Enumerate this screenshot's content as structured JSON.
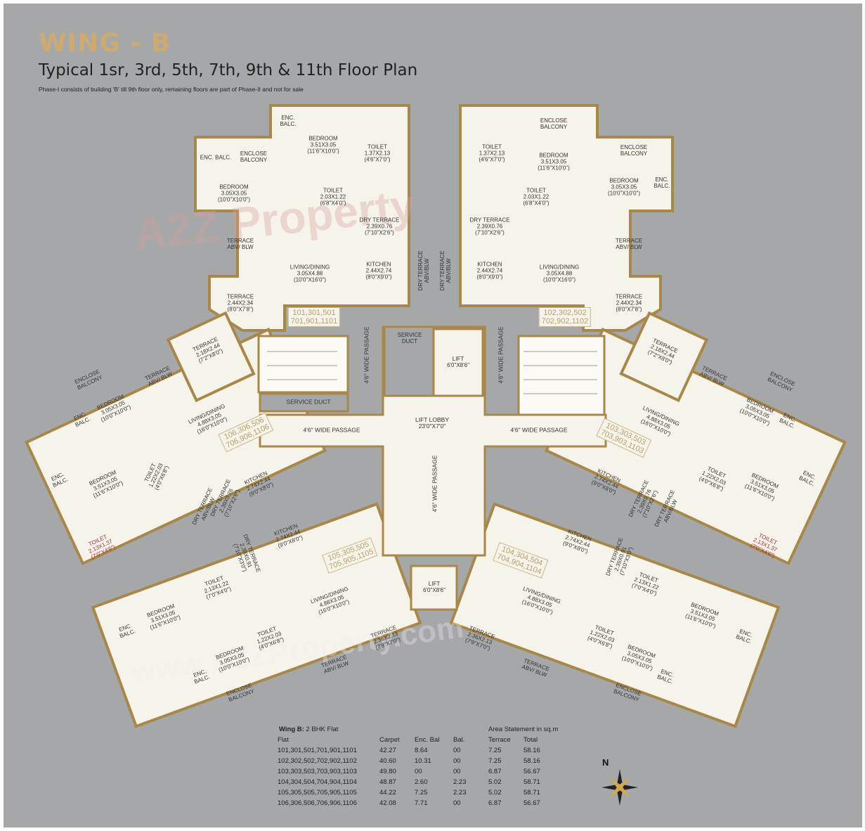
{
  "header": {
    "wing": "WING - B",
    "title": "Typical 1sr, 3rd, 5th, 7th, 9th & 11th Floor Plan",
    "subtitle": "Phase-I consists of building 'B' till 9th floor only, remaining floors are part of Phase-II and not for sale"
  },
  "watermark": {
    "top": "A2Z Property",
    "bottom": "www.A2ZProperty.com"
  },
  "colors": {
    "background": "#a6a7a9",
    "floor": "#f6f3ea",
    "wall": "#a8884a",
    "wing_title": "#dcab5e",
    "flat_number": "#b89f6a",
    "toilet_highlight": "#a2323a"
  },
  "labels": [
    "ENC.\nBALC.",
    "BEDROOM\n3.51X3.05\n(11'6\"X10'0\")",
    "TOILET\n1.37X2.13\n(4'6\"X7'0\")",
    "ENC. BALC.",
    "ENCLOSE\nBALCONY",
    "BEDROOM\n3.05X3.05\n(10'0\"X10'0\")",
    "TOILET\n2.03X1.22\n(6'8\"X4'0\")",
    "DRY TERRACE\n2.39X0.76\n(7'10\"X2'6\")",
    "TERRACE\nABV/ BLW",
    "LIVING/DINING\n3.05X4.88\n(10'0\"X16'0\")",
    "KITCHEN\n2.44X2.74\n(8'0\"X9'0\")",
    "DRY TERRACE\nABV/BLW",
    "TERRACE\n2.44X2.34\n(8'0\"X7'8\")",
    "101,301,501\n701,901,1101",
    "ENCLOSE\nBALCONY",
    "TOILET\n1.37X2.13\n(4'6\"X7'0\")",
    "BEDROOM\n3.51X3.05\n(11'6\"X10'0\")",
    "ENCLOSE\nBALCONY",
    "BEDROOM\n3.05X3.05\n(10'0\"X10'0\")",
    "ENC.\nBALC.",
    "TOILET\n2.03X1.22\n(6'8\"X4'0\")",
    "DRY TERRACE\n2.39X0.76\n(7'10\"X2'6\")",
    "DRY TERRACE\nABV/BLW",
    "KITCHEN\n2.44X2.74\n(8'0\"X9'0\")",
    "LIVING/DINING\n3.05X4.88\n(10'0\"X16'0\")",
    "TERRACE\nABV/ BLW",
    "TERRACE\n2.44X2.34\n(8'0\"X7'8\")",
    "102,302,502\n702,902,1102",
    "SERVICE\nDUCT",
    "LIFT\n6'0\"X8'6\"",
    "4'6\" WIDE PASSAGE",
    "4'6\" WIDE PASSAGE",
    "SERVICE DUCT",
    "LIFT LOBBY\n23'0\"X7'0\"",
    "4'6\" WIDE PASSAGE",
    "4'6\" WIDE PASSAGE",
    "4'6\" WIDE PASSAGE",
    "LIFT\n6'0\"X8'6\"",
    "TERRACE\n2.18X2.44\n(7'2\"X8'0\")",
    "TERRACE\nABV/ BLW",
    "ENCLOSE\nBALCONY",
    "ENC.\nBALC.",
    "BEDROOM\n3.05X3.05\n(10'0\"X10'0\")",
    "LIVING/DINING\n4.88X3.05\n(16'0\"X10'0\")",
    "106,306,506\n706,906,1106",
    "ENC.\nBALC.",
    "BEDROOM\n3.51X3.05\n(11'6\"X10'0\")",
    "TOILET\n1.22X2.03\n(4'0\"X6'8\")",
    "DRY TERRACE\n2.39X0.76\n(7'10\"X2'6\")",
    "DRY TERRACE\nABV/BLW",
    "KITCHEN\n2.74X2.44\n(9'0\"X8'0\")",
    "TOILET\n2.13X1.37\n(7'0\"X4'6\")",
    "KITCHEN\n2.74X2.44\n(9'0\"X8'0\")",
    "DRY TERRACE\n2.39X0.91\n(7'10\"X3'0\")",
    "105,305,505\n705,905,1105",
    "TOILET\n2.13X1.22\n(7'0\"X4'0\")",
    "LIVING/DINING\n4.88X3.05\n(16'0\"X10'0\")",
    "ENC.\nBALC.",
    "BEDROOM\n3.51X3.05\n(11'6\"X10'0\")",
    "TOILET\n1.22X2.03\n(4'0\"X6'8\")",
    "BEDROOM\n3.05X3.05\n(10'0\"X10'0\")",
    "ENC.\nBALC.",
    "ENCLOSE\nBALCONY",
    "TERRACE\n2.36X2.13\n(7'9\"X7'0\")",
    "TERRACE\nABV/ BLW",
    "TERRACE\n2.18X2.44\n(7'2\"X8'0\")",
    "TERRACE\nABV/ BLW",
    "ENCLOSE\nBALCONY",
    "BEDROOM\n3.05X3.05\n(10'0\"X10'0\")",
    "ENC.\nBALC.",
    "LIVING/DINING\n4.88X3.05\n(16'0\"X10'0\")",
    "103,303,503\n703,903,1103",
    "KITCHEN\n2.74X2.44\n(9'0\"X8'0\")",
    "DRY TERRACE\n2.39X0.76\n(7'10\"X2'6\")",
    "DRY TERRACE\nABV/BLW",
    "TOILET\n1.22X2.03\n(4'0\"X6'8\")",
    "BEDROOM\n3.51X3.05\n(11'6\"X10'0\")",
    "ENC.\nBALC.",
    "TOILET\n2.13X1.37\n(7'0\"X4'6\")",
    "KITCHEN\n2.74X2.44\n(9'0\"X8'0\")",
    "104,304,504\n704,904,1104",
    "DRY TERRACE\n2.39X0.91\n(7'10\"X3'0\")",
    "TOILET\n2.13X1.22\n(7'0\"X4'0\")",
    "LIVING/DINING\n4.88X3.05\n(16'0\"X10'0\")",
    "BEDROOM\n3.51X3.05\n(11'6\"X10'0\")",
    "ENC.\nBALC.",
    "TOILET\n1.22X2.03\n(4'0\"X6'8\")",
    "BEDROOM\n3.05X3.05\n(10'0\"X10'0\")",
    "ENC.\nBALC.",
    "ENCLOSE\nBALCONY",
    "TERRACE\n2.36X2.13\n(7'9\"X7'0\")",
    "TERRACE\nABV/ BLW"
  ],
  "area_table": {
    "caption_bold": "Wing B:",
    "caption": " 2 BHK Flat",
    "unit_note": "Area Statement in sq.m",
    "columns": [
      "Flat",
      "Carpet",
      "Enc. Bal",
      "Bal.",
      "Terrace",
      "Total"
    ],
    "rows": [
      [
        "101,301,501,701,901,1101",
        "42.27",
        "8.64",
        "00",
        "7.25",
        "58.16"
      ],
      [
        "102,302,502,702,902,1102",
        "40.60",
        "10.31",
        "00",
        "7.25",
        "58.16"
      ],
      [
        "103,303,503,703,903,1103",
        "49.80",
        "00",
        "00",
        "6.87",
        "56.67"
      ],
      [
        "104,304,504,704,904,1104",
        "48.87",
        "2.60",
        "2.23",
        "5.02",
        "58.71"
      ],
      [
        "105,305,505,705,905,1105",
        "44.22",
        "7.25",
        "2.23",
        "5.02",
        "58.71"
      ],
      [
        "106,306,506,706,906,1106",
        "42.08",
        "7.71",
        "00",
        "6.87",
        "56.67"
      ]
    ]
  },
  "compass": {
    "label": "N",
    "icon": "north-arrow-compass-icon"
  }
}
